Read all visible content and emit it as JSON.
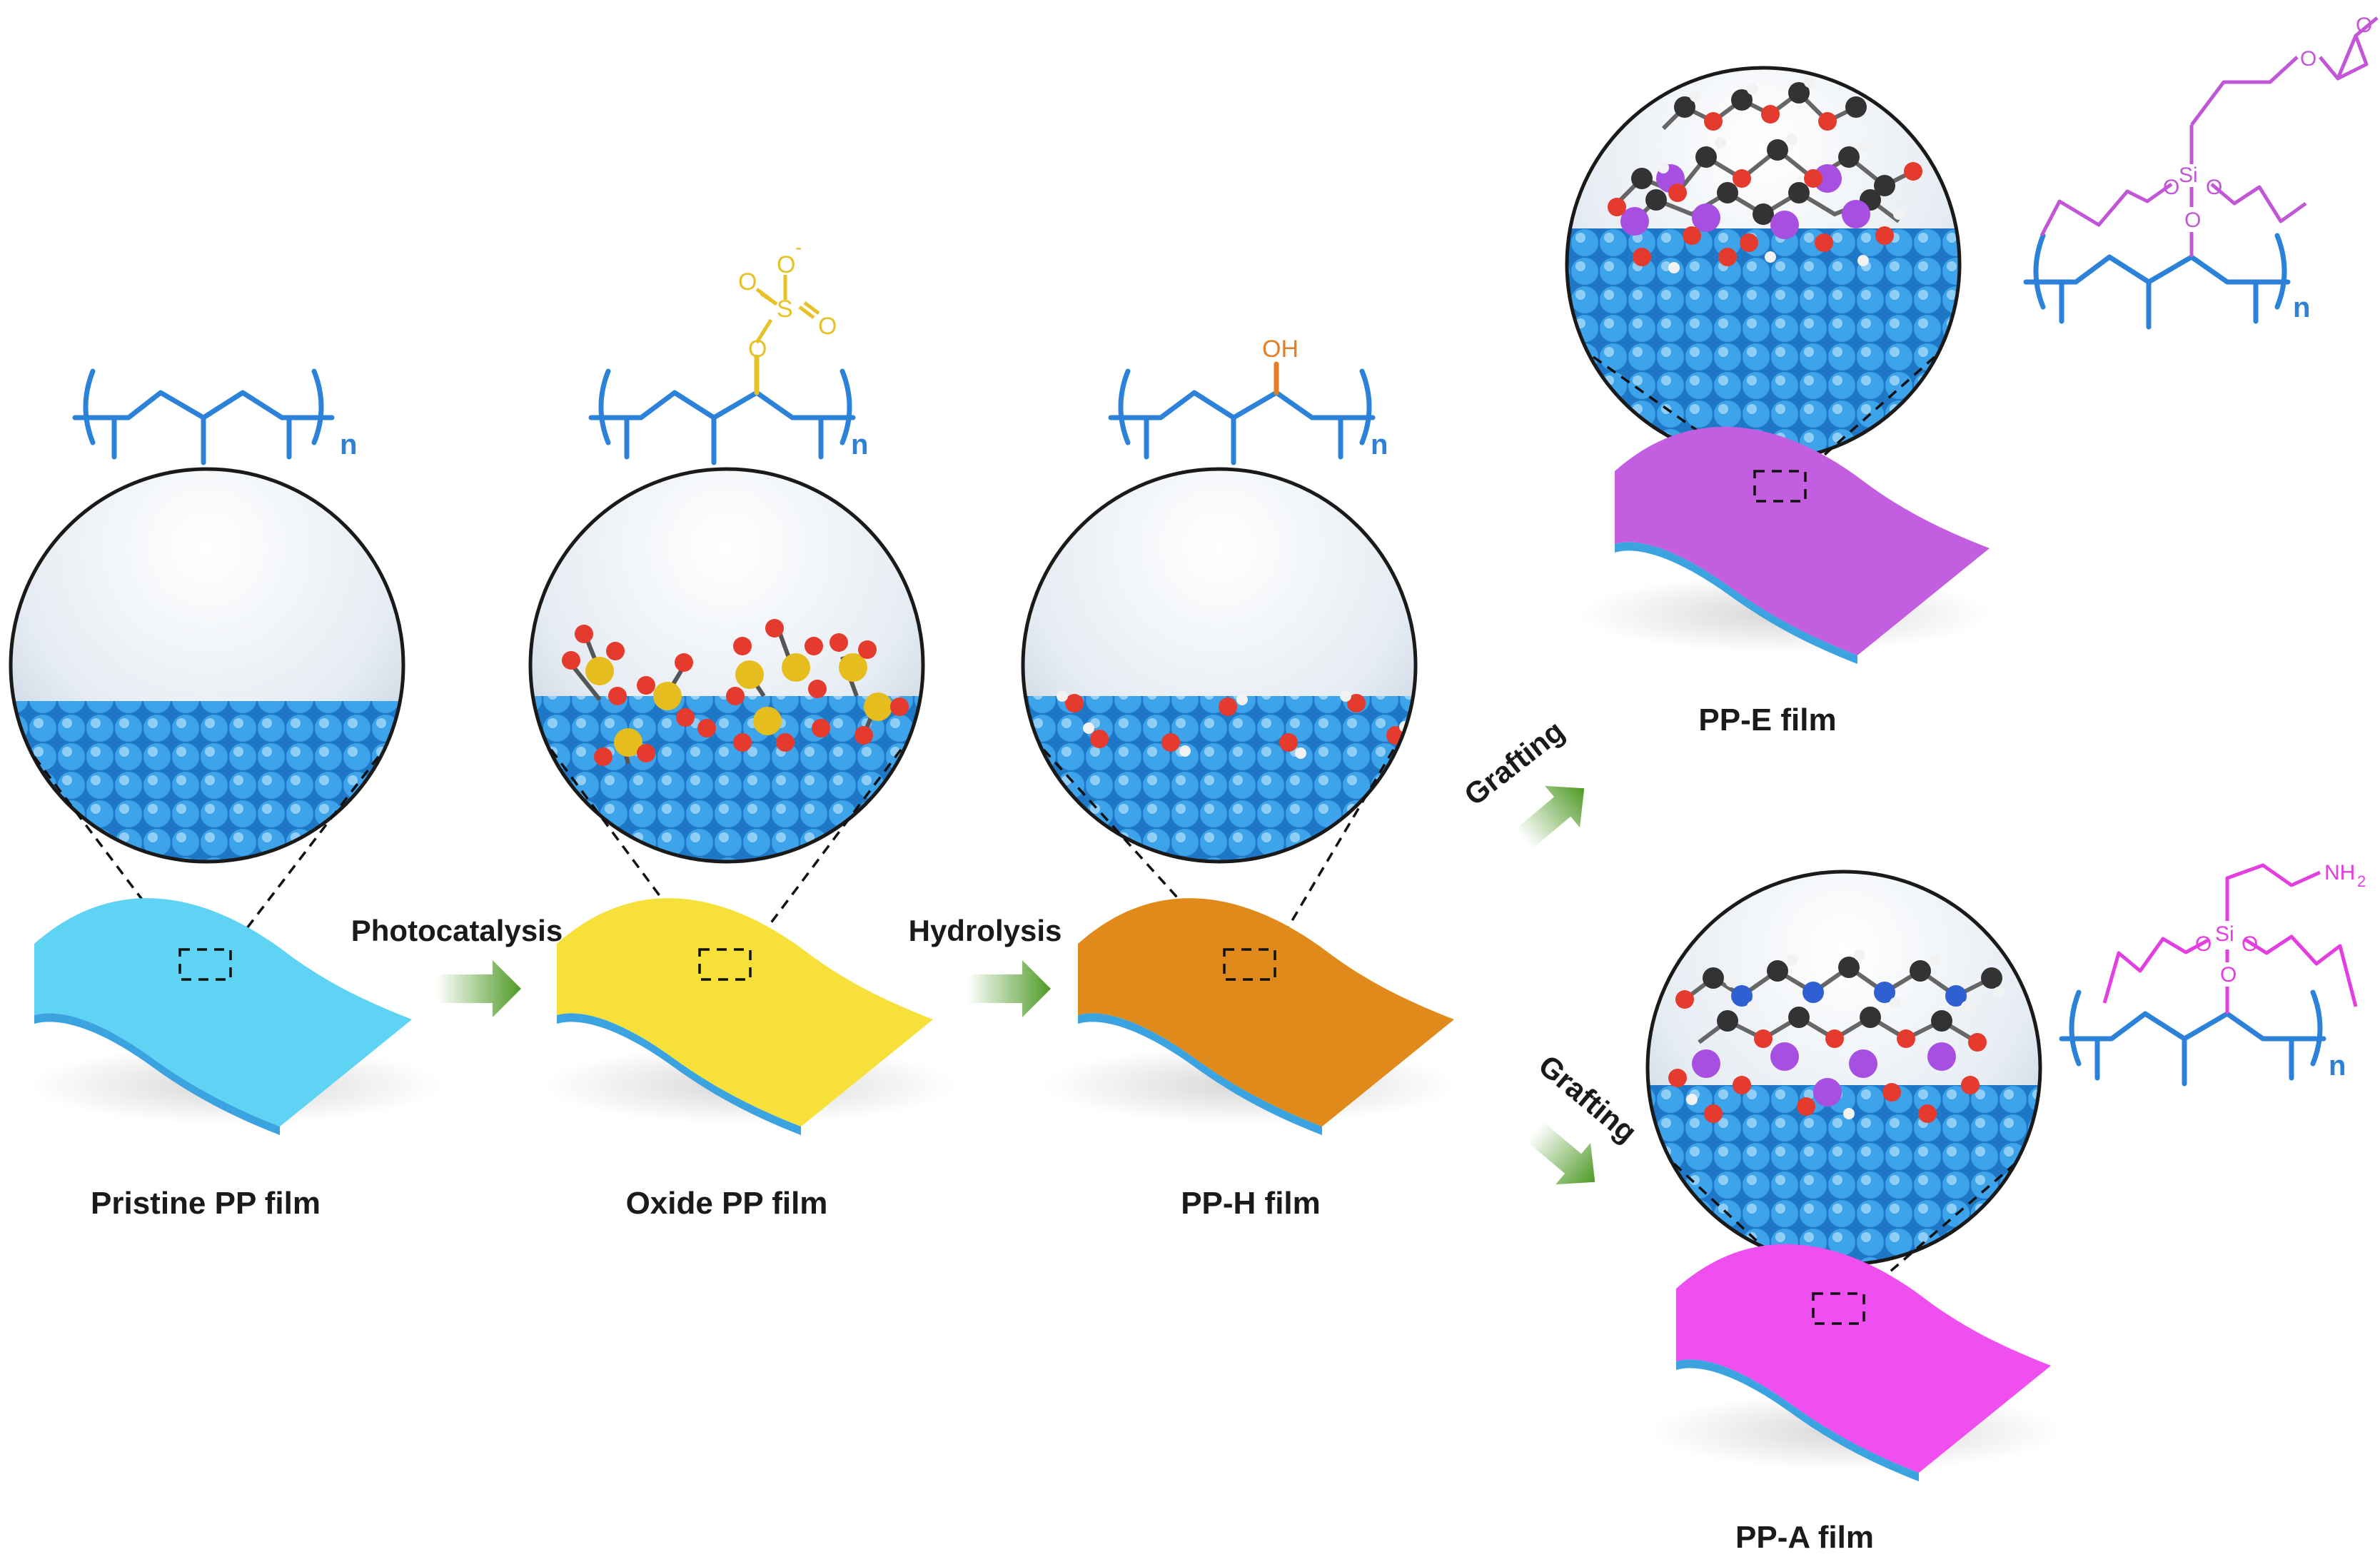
{
  "films": {
    "pristine": "Pristine PP film",
    "oxide": "Oxide PP film",
    "pph": "PP-H film",
    "ppe": "PP-E film",
    "ppa": "PP-A film"
  },
  "steps": {
    "photocatalysis": "Photocatalysis",
    "hydrolysis": "Hydrolysis",
    "grafting_top": "Grafting",
    "grafting_bottom": "Grafting"
  },
  "chem": {
    "n": "n",
    "oh": "OH",
    "o": "O",
    "o_minus": "O",
    "minus": "-",
    "s": "S",
    "si": "Si",
    "nh2": "NH",
    "sub2": "2"
  },
  "colors": {
    "polymer_blue": "#2c82d8",
    "sulfate_yellow": "#e6c227",
    "hydroxyl_orange": "#e57e25",
    "epoxy_purple": "#c157d6",
    "amine_magenta": "#e23ee0",
    "arrow_green": "#5aa02c",
    "pristine_film": "#5fd3f3",
    "oxide_film": "#f8e03a",
    "pph_film": "#e08a1c",
    "ppe_film": "#c35ee0",
    "ppa_film": "#f04ff0"
  }
}
